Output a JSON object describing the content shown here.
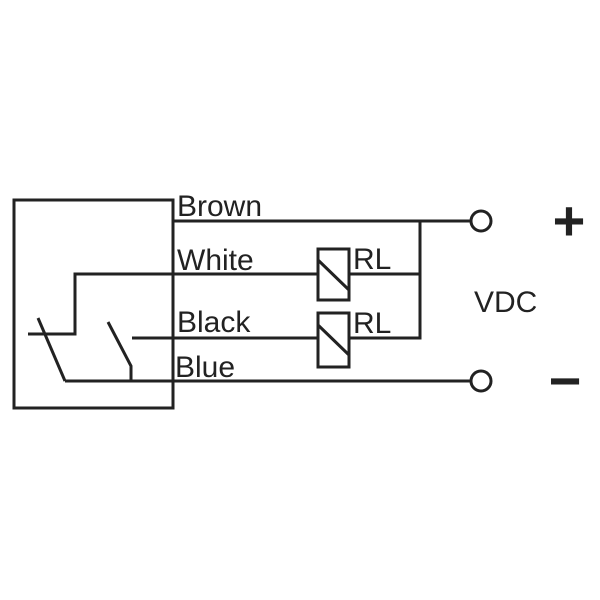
{
  "wires": {
    "brown": "Brown",
    "white": "White",
    "black": "Black",
    "blue": "Blue"
  },
  "relays": [
    "RL",
    "RL"
  ],
  "supply": {
    "label": "VDC",
    "positive": "+",
    "negative": "−"
  },
  "colors": {
    "line": "#222222",
    "background": "#ffffff"
  }
}
